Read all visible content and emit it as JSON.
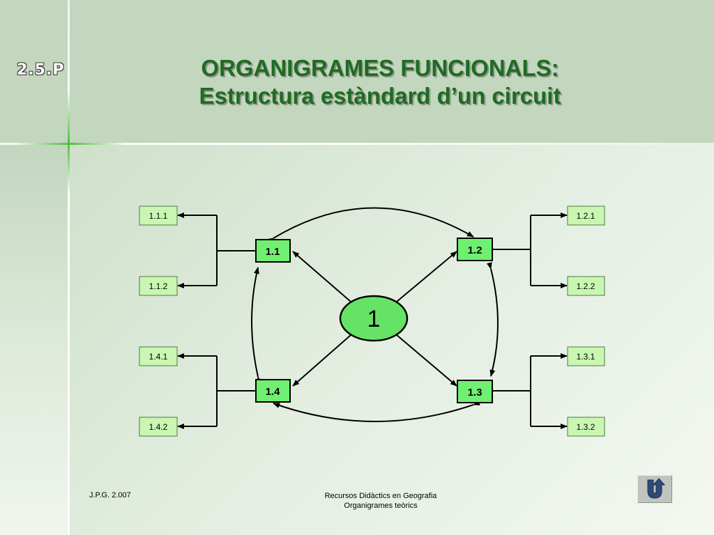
{
  "slide_code": "2.5.P",
  "title": {
    "line1": "ORGANIGRAMES FUNCIONALS:",
    "line2": "Estructura estàndard d’un circuit"
  },
  "diagram": {
    "center": "1",
    "nodes": {
      "n11": "1.1",
      "n12": "1.2",
      "n13": "1.3",
      "n14": "1.4"
    },
    "leaves": {
      "l111": "1.1.1",
      "l112": "1.1.2",
      "l141": "1.4.1",
      "l142": "1.4.2",
      "l121": "1.2.1",
      "l122": "1.2.2",
      "l131": "1.3.1",
      "l132": "1.3.2"
    }
  },
  "footer": {
    "author": "J.P.G. 2.007",
    "line1": "Recursos Didàctics en Geografia",
    "line2": "Organigrames teòrics"
  },
  "return_icon": "u-turn-return-icon",
  "colors": {
    "title": "#1f6b22",
    "node_fill": "#70f070",
    "leaf_fill": "#c9f7b2",
    "center_fill": "#66e266"
  }
}
